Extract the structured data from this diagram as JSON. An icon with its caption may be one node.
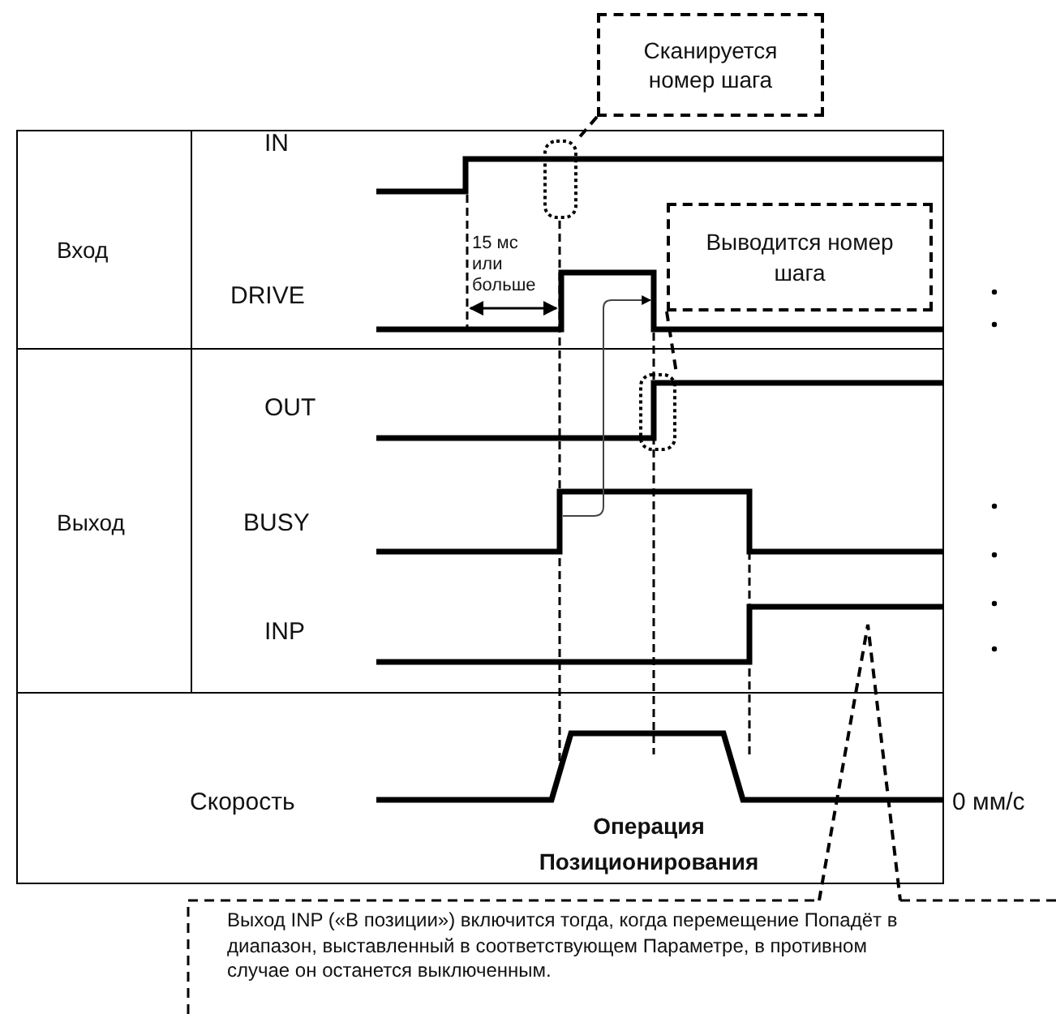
{
  "diagram": {
    "nodes": [
      {
        "text": [
          "Сканируется номер шага"
        ]
      },
      {
        "text": [
          "Выводится номер шага"
        ]
      },
      {
        "text": [
          "Выход INP («В позиции») включится тогда, когда перемещение Попадёт в диапазон, выставленный в соответствующем Параметре, в противном случае он останется выключенным."
        ]
      },
      {
        "text": [],
        "shape": "box"
      },
      {
        "text": [],
        "shape": "box"
      }
    ],
    "edges": [
      {
        "from": 0,
        "to": 3,
        "arrow": "none",
        "style": "dashed"
      },
      {
        "from": 1,
        "to": 4,
        "arrow": "none",
        "style": "dashed"
      },
      {
        "from": 2,
        "to": null,
        "arrow": "none",
        "style": "dashed"
      }
    ],
    "labels": [
      "IN",
      "Вход",
      "15 мс или больше",
      "DRIVE",
      "OUT",
      "Выход",
      "BUSY",
      "INP",
      "Скорость",
      "0 мм/с",
      "Операция Позиционирования"
    ]
  }
}
